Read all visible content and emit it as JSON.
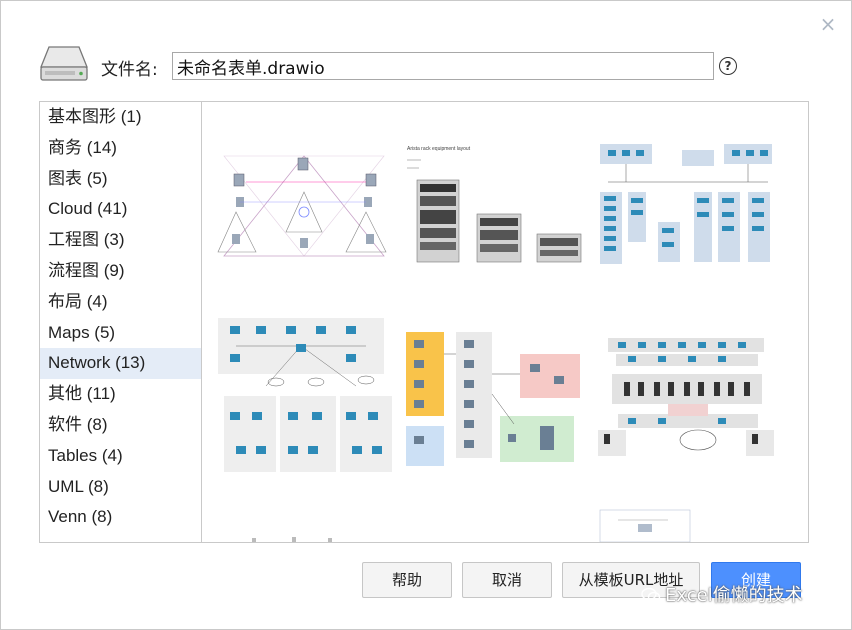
{
  "dialog": {
    "filename_label": "文件名:",
    "filename_value": "未命名表单.drawio",
    "close_glyph": "×",
    "help_glyph": "?"
  },
  "categories": [
    {
      "label": "基本图形 (1)"
    },
    {
      "label": "商务 (14)"
    },
    {
      "label": "图表 (5)"
    },
    {
      "label": "Cloud (41)"
    },
    {
      "label": "工程图 (3)"
    },
    {
      "label": "流程图 (9)"
    },
    {
      "label": "布局 (4)"
    },
    {
      "label": "Maps (5)"
    },
    {
      "label": "Network (13)",
      "selected": true
    },
    {
      "label": "其他 (11)"
    },
    {
      "label": "软件 (8)"
    },
    {
      "label": "Tables (4)"
    },
    {
      "label": "UML (8)"
    },
    {
      "label": "Venn (8)"
    }
  ],
  "templates": {
    "rack_title": "Arista rack equipment layout"
  },
  "buttons": {
    "help": "帮助",
    "cancel": "取消",
    "from_url": "从模板URL地址",
    "create": "创建"
  },
  "watermark": {
    "text": "Excel偷懒的技术"
  },
  "colors": {
    "accent": "#4d90fe",
    "selected_bg": "#e4ecf7",
    "border": "#c9c9c9"
  }
}
